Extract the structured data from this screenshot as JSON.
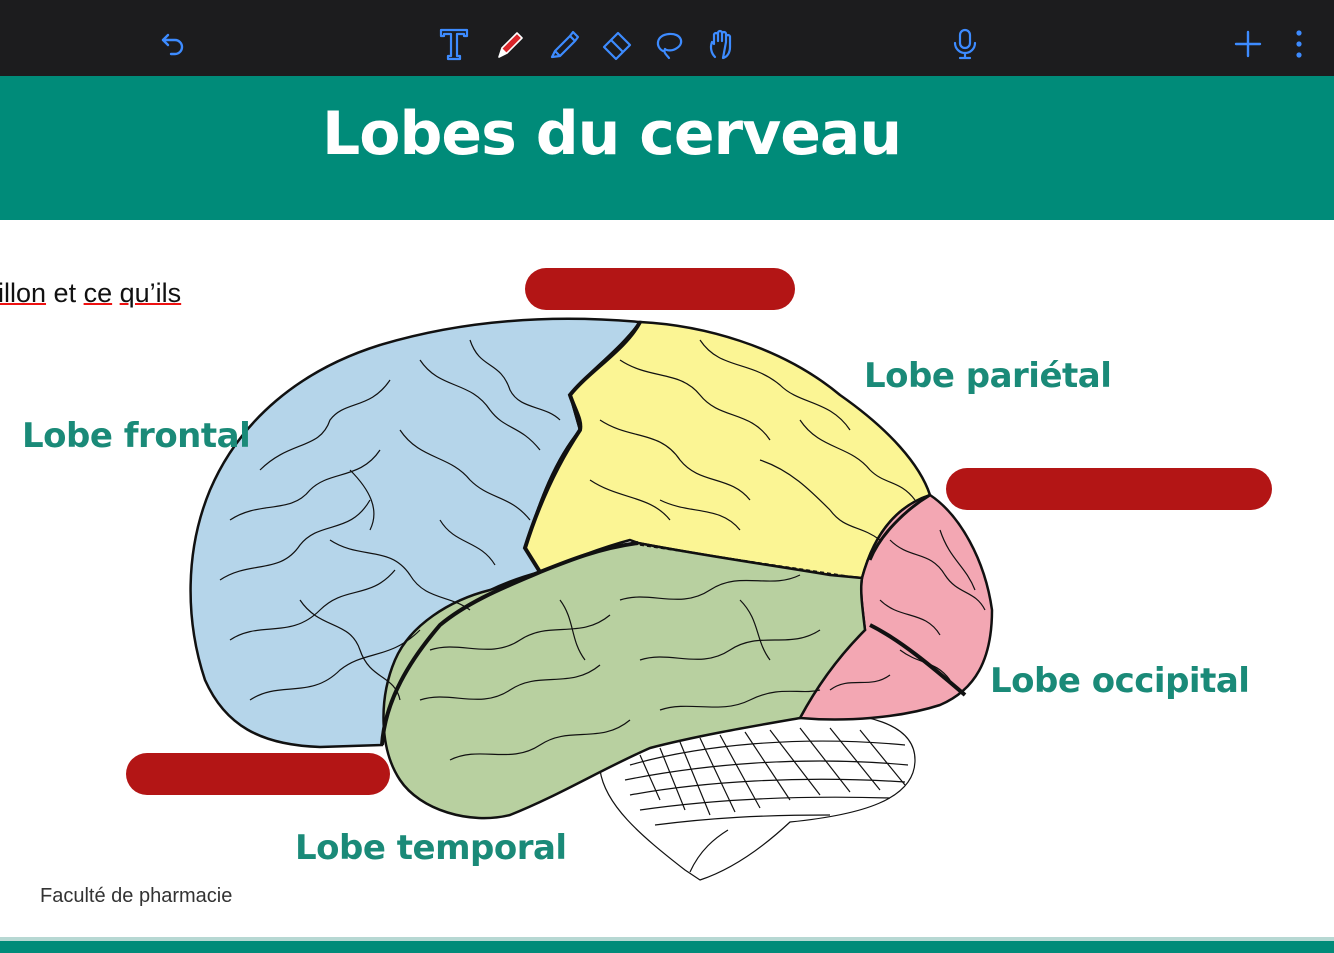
{
  "toolbar": {
    "items": [
      {
        "name": "undo-icon"
      },
      {
        "name": "text-tool-icon"
      },
      {
        "name": "pen-tool-icon"
      },
      {
        "name": "highlighter-tool-icon"
      },
      {
        "name": "eraser-tool-icon"
      },
      {
        "name": "lasso-tool-icon"
      },
      {
        "name": "hand-tool-icon"
      },
      {
        "name": "microphone-icon"
      },
      {
        "name": "add-icon"
      },
      {
        "name": "more-options-icon"
      }
    ],
    "colors": {
      "background": "#1c1c1e",
      "icon": "#3d8bff",
      "pen_active": "#d9252a"
    }
  },
  "slide": {
    "title": "Lobes du cerveau",
    "snippet": {
      "w1": "illon",
      "w2": "et",
      "w3": "ce",
      "w4": "qu’ils"
    },
    "labels": {
      "frontal": "Lobe frontal",
      "parietal": "Lobe pariétal",
      "occipital": "Lobe occipital",
      "temporal": "Lobe temporal"
    },
    "footer": "Faculté de pharmacie",
    "colors": {
      "banner": "#008b79",
      "label": "#1a8a78",
      "redaction": "#b31515",
      "frontal": "#b5d5ea",
      "parietal": "#fbf594",
      "temporal": "#b8d0a0",
      "occipital": "#f3a7b3"
    }
  }
}
